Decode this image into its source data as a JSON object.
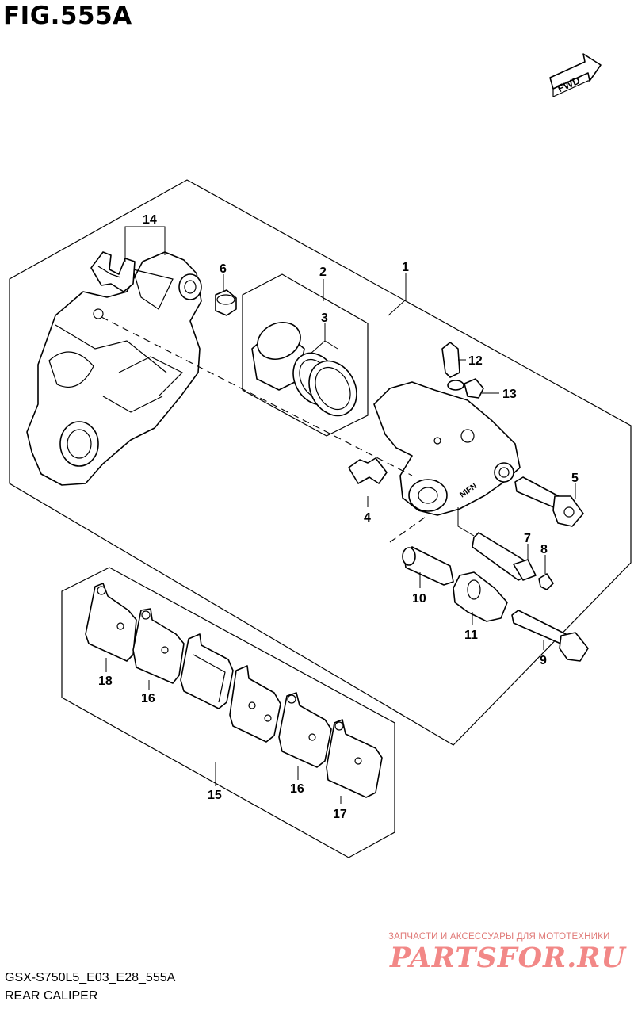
{
  "figure": {
    "title": "FIG.555A",
    "model_code": "GSX-S750L5_E03_E28_555A",
    "name": "REAR CALIPER",
    "fwd_label": "FWD"
  },
  "callouts": [
    {
      "id": "c1",
      "label": "1"
    },
    {
      "id": "c2",
      "label": "2"
    },
    {
      "id": "c3",
      "label": "3"
    },
    {
      "id": "c4",
      "label": "4"
    },
    {
      "id": "c5",
      "label": "5"
    },
    {
      "id": "c6",
      "label": "6"
    },
    {
      "id": "c7",
      "label": "7"
    },
    {
      "id": "c8",
      "label": "8"
    },
    {
      "id": "c9",
      "label": "9"
    },
    {
      "id": "c10",
      "label": "10"
    },
    {
      "id": "c11",
      "label": "11"
    },
    {
      "id": "c12",
      "label": "12"
    },
    {
      "id": "c13",
      "label": "13"
    },
    {
      "id": "c14",
      "label": "14"
    },
    {
      "id": "c15",
      "label": "15"
    },
    {
      "id": "c16a",
      "label": "16"
    },
    {
      "id": "c16b",
      "label": "16"
    },
    {
      "id": "c17",
      "label": "17"
    },
    {
      "id": "c18",
      "label": "18"
    }
  ],
  "watermark": {
    "tagline": "ЗАПЧАСТИ И АКСЕССУАРЫ ДЛЯ МОТОТЕХНИКИ",
    "logo": "PARTSFOR.RU"
  }
}
